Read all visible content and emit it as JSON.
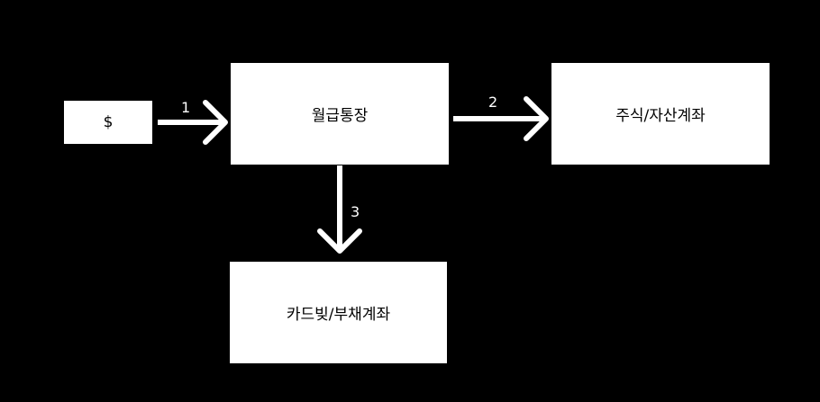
{
  "diagram": {
    "background_color": "#000000",
    "node_fill_color": "#ffffff",
    "node_text_color": "#000000",
    "edge_color": "#ffffff",
    "nodes": [
      {
        "id": "dollar",
        "label": "$"
      },
      {
        "id": "salary",
        "label": "월급통장"
      },
      {
        "id": "asset",
        "label": "주식/자산계좌"
      },
      {
        "id": "card",
        "label": "카드빚/부채계좌"
      }
    ],
    "edges": [
      {
        "from": "dollar",
        "to": "salary",
        "label": "1"
      },
      {
        "from": "salary",
        "to": "asset",
        "label": "2"
      },
      {
        "from": "salary",
        "to": "card",
        "label": "3"
      }
    ]
  }
}
